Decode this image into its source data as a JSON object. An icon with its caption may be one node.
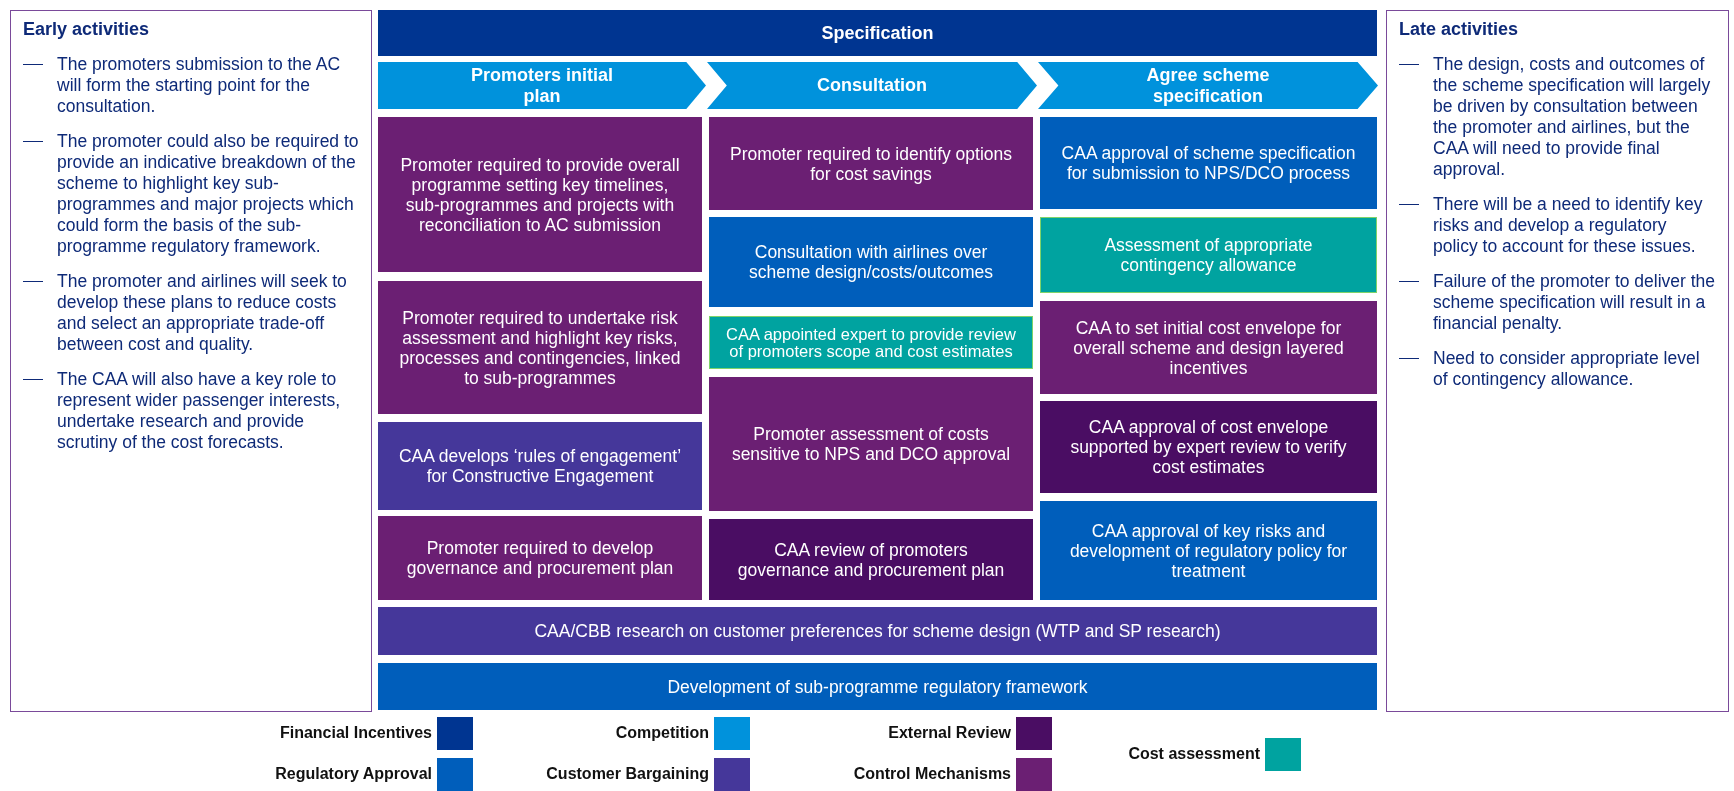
{
  "diagram": {
    "nodes": [
      {
        "text": [
          "Early activities",
          "The promoters submission to the AC will form the starting point for the consultation.",
          "The promoter could also be required to provide an indicative breakdown of the scheme to highlight key sub-programmes and major projects which could form the basis of the sub-programme regulatory framework.",
          "The promoter and airlines will seek to develop these plans to reduce costs and select an appropriate trade-off between cost and quality.",
          "The CAA will also have a key role to represent wider passenger interests, undertake research and provide scrutiny of the cost forecasts."
        ]
      },
      {
        "text": [
          "Specification"
        ]
      },
      {
        "text": [
          "Promoters initial plan"
        ]
      },
      {
        "text": [
          "Consultation"
        ]
      },
      {
        "text": [
          "Agree scheme specification"
        ]
      },
      {
        "text": [
          "Promoter required to provide overall programme setting key timelines, sub-programmes and projects with reconciliation to AC submission"
        ]
      },
      {
        "text": [
          "Promoter required to undertake risk assessment and highlight key risks, processes and contingencies, linked to sub-programmes"
        ]
      },
      {
        "text": [
          "CAA develops ‘rules of engagement’ for Constructive Engagement"
        ]
      },
      {
        "text": [
          "Promoter required to develop governance and procurement plan"
        ]
      },
      {
        "text": [
          "Promoter required to identify options for cost savings"
        ]
      },
      {
        "text": [
          "Consultation with airlines over scheme design/costs/outcomes"
        ]
      },
      {
        "text": [
          "CAA appointed expert to provide review of promoters scope and cost estimates"
        ]
      },
      {
        "text": [
          "Promoter assessment of costs sensitive to NPS and DCO approval"
        ]
      },
      {
        "text": [
          "CAA review of promoters governance and procurement plan"
        ]
      },
      {
        "text": [
          "CAA approval of scheme specification for submission to NPS/DCO process"
        ]
      },
      {
        "text": [
          "Assessment of appropriate contingency allowance"
        ]
      },
      {
        "text": [
          "CAA to set initial cost envelope for overall scheme and design layered incentives"
        ]
      },
      {
        "text": [
          "CAA approval of cost envelope supported by expert review to verify cost estimates"
        ]
      },
      {
        "text": [
          "CAA approval of key risks and development of regulatory policy for treatment"
        ]
      },
      {
        "text": [
          "CAA/CBB research on customer preferences for scheme design (WTP and SP research)"
        ]
      },
      {
        "text": [
          "Development of sub-programme regulatory framework"
        ]
      },
      {
        "text": [
          "Late activities",
          "The design, costs and outcomes of the scheme specification will largely be driven by consultation between the promoter and airlines, but the CAA will need to provide final approval.",
          "There will be a need to identify key risks and develop a regulatory policy to account for these issues.",
          "Failure of the promoter to deliver the scheme specification will result in a financial penalty.",
          "Need to consider appropriate level of contingency allowance."
        ]
      }
    ],
    "edges": [],
    "legend": [
      {
        "text": "Financial Incentives",
        "color": "#003591"
      },
      {
        "text": "Regulatory Approval",
        "color": "#005ebb"
      },
      {
        "text": "Competition",
        "color": "#0092dc"
      },
      {
        "text": "Customer Bargaining",
        "color": "#45379a"
      },
      {
        "text": "External Review",
        "color": "#4a0d63"
      },
      {
        "text": "Control Mechanisms",
        "color": "#6b1f73"
      },
      {
        "text": "Cost assessment",
        "color": "#00a3a0"
      }
    ]
  }
}
